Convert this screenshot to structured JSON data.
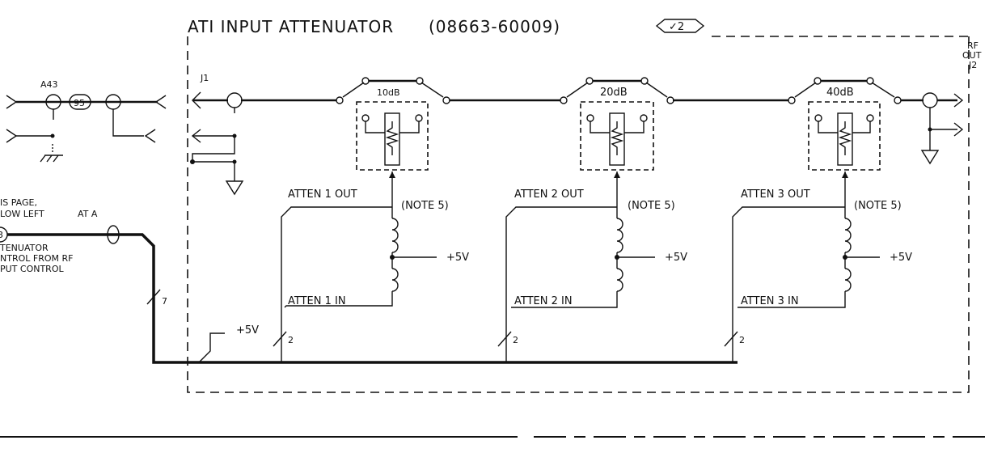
{
  "title": "ATI INPUT ATTENUATOR",
  "part_number": "(08663-60009)",
  "revision_flag": "✓2",
  "connectors": {
    "input": "J1",
    "output_line1": "RF",
    "output_line2": "OUT",
    "output_line3": "J2"
  },
  "left_side": {
    "cable_ref": "A43",
    "cable_number": "95",
    "page_ref_line1": "IS PAGE,",
    "page_ref_line2": "LOW LEFT",
    "connector_ref": "AT A",
    "circle_num": "3",
    "control_line1": "TENUATOR",
    "control_line2": "NTROL FROM RF",
    "control_line3": "PUT CONTROL"
  },
  "stages": [
    {
      "pad": "10dB",
      "out_label": "ATTEN 1 OUT",
      "in_label": "ATTEN 1 IN",
      "note": "(NOTE 5)",
      "supply": "+5V",
      "bus_count": "2"
    },
    {
      "pad": "20dB",
      "out_label": "ATTEN 2 OUT",
      "in_label": "ATTEN 2 IN",
      "note": "(NOTE 5)",
      "supply": "+5V",
      "bus_count": "2"
    },
    {
      "pad": "40dB",
      "out_label": "ATTEN 3 OUT",
      "in_label": "ATTEN 3 IN",
      "note": "(NOTE 5)",
      "supply": "+5V",
      "bus_count": "2"
    }
  ],
  "bus_supply": "+5V",
  "bus_width": "7"
}
